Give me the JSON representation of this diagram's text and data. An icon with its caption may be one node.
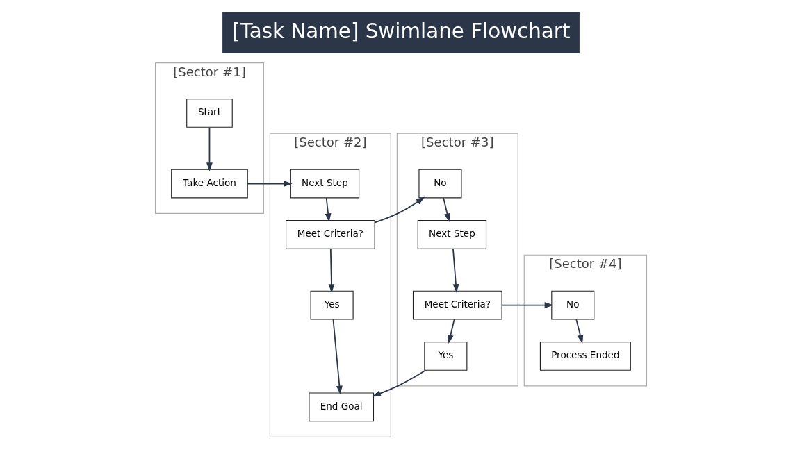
{
  "diagram": {
    "title": "[Task Name] Swimlane Flowchart",
    "nodes": [
      {
        "text": [
          "[Sector #1]"
        ]
      },
      {
        "text": [
          "Start"
        ],
        "in": 0
      },
      {
        "text": [
          "Take Action"
        ],
        "in": 0
      },
      {
        "text": [
          "[Sector #2]"
        ]
      },
      {
        "text": [
          "Next Step"
        ],
        "in": 3
      },
      {
        "text": [
          "Meet Criteria?"
        ],
        "in": 3
      },
      {
        "text": [
          "Yes"
        ],
        "in": 3
      },
      {
        "text": [
          "End Goal"
        ],
        "in": 3
      },
      {
        "text": [
          "[Sector #3]"
        ]
      },
      {
        "text": [
          "No"
        ],
        "in": 8
      },
      {
        "text": [
          "Next Step"
        ],
        "in": 8
      },
      {
        "text": [
          "Meet Criteria?"
        ],
        "in": 8
      },
      {
        "text": [
          "Yes"
        ],
        "in": 8
      },
      {
        "text": [
          "[Sector #4]"
        ]
      },
      {
        "text": [
          "No"
        ],
        "in": 13
      },
      {
        "text": [
          "Process Ended"
        ],
        "in": 13
      }
    ],
    "edges": [
      {
        "from": 1,
        "to": 2,
        "arrow": "to"
      },
      {
        "from": 2,
        "to": 4,
        "arrow": "to"
      },
      {
        "from": 4,
        "to": 5,
        "arrow": "to"
      },
      {
        "from": 5,
        "to": 6,
        "arrow": "to"
      },
      {
        "from": 6,
        "to": 7,
        "arrow": "to"
      },
      {
        "from": 5,
        "to": 9,
        "arrow": "to"
      },
      {
        "from": 9,
        "to": 10,
        "arrow": "to"
      },
      {
        "from": 10,
        "to": 11,
        "arrow": "to"
      },
      {
        "from": 11,
        "to": 12,
        "arrow": "to"
      },
      {
        "from": 12,
        "to": 7,
        "arrow": "to"
      },
      {
        "from": 11,
        "to": 14,
        "arrow": "to"
      },
      {
        "from": 14,
        "to": 15,
        "arrow": "to"
      }
    ]
  }
}
